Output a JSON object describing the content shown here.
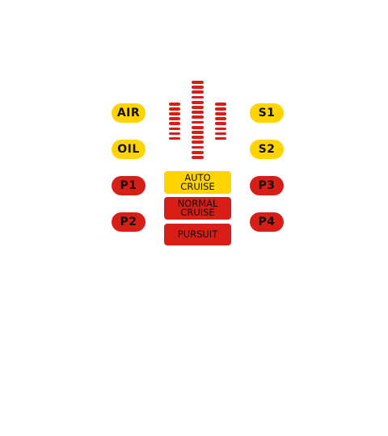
{
  "colors": {
    "yellow": "#ffd400",
    "red": "#d71f17",
    "text": "#111111"
  },
  "left_buttons": [
    {
      "label": "AIR",
      "color": "yellow"
    },
    {
      "label": "OIL",
      "color": "yellow"
    },
    {
      "label": "P1",
      "color": "red"
    },
    {
      "label": "P2",
      "color": "red"
    }
  ],
  "right_buttons": [
    {
      "label": "S1",
      "color": "yellow"
    },
    {
      "label": "S2",
      "color": "yellow"
    },
    {
      "label": "P3",
      "color": "red"
    },
    {
      "label": "P4",
      "color": "red"
    }
  ],
  "modes": {
    "auto_cruise": {
      "line1": "AUTO",
      "line2": "CRUISE",
      "color": "yellow"
    },
    "normal_cruise": {
      "line1": "NORMAL",
      "line2": "CRUISE",
      "color": "red"
    },
    "pursuit": {
      "label": "PURSUIT",
      "color": "red"
    }
  },
  "voice_modulator": {
    "side_bar_count": 8,
    "center_bar_count": 16
  }
}
